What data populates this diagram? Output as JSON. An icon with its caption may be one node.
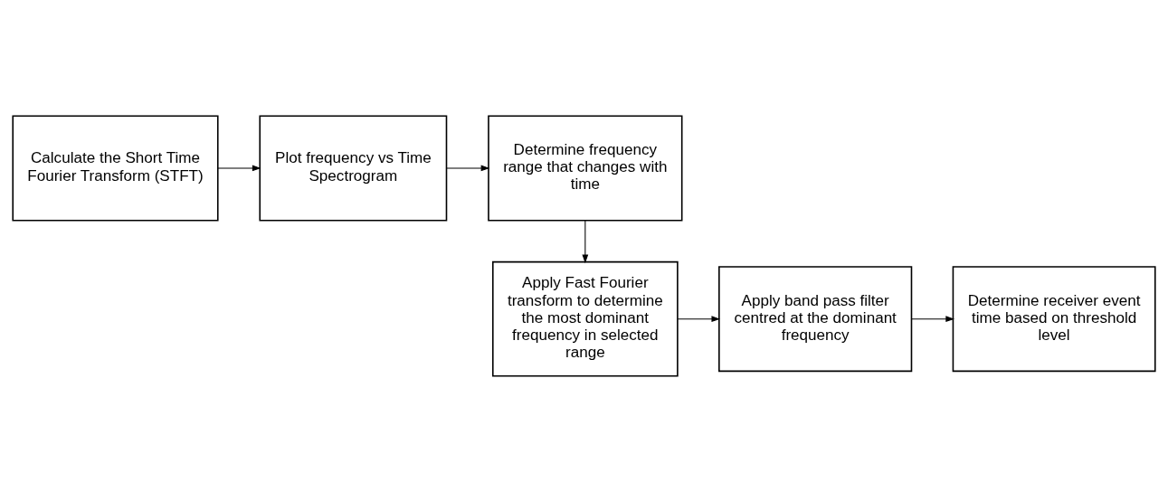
{
  "diagram": {
    "nodes": [
      {
        "text": [
          "Calculate the Short Time Fourier Transform (STFT)"
        ]
      },
      {
        "text": [
          "Plot frequency vs Time Spectrogram"
        ]
      },
      {
        "text": [
          "Determine frequency range that changes with time"
        ]
      },
      {
        "text": [
          "Apply Fast Fourier transform to determine the most dominant frequency in selected range"
        ]
      },
      {
        "text": [
          "Apply band pass filter centred at the dominant frequency"
        ]
      },
      {
        "text": [
          "Determine receiver event time based on threshold level"
        ]
      }
    ],
    "edges": [
      {
        "from": 0,
        "to": 1,
        "arrow": "to"
      },
      {
        "from": 1,
        "to": 2,
        "arrow": "to"
      },
      {
        "from": 2,
        "to": 3,
        "arrow": "to"
      },
      {
        "from": 3,
        "to": 4,
        "arrow": "to"
      },
      {
        "from": 4,
        "to": 5,
        "arrow": "to"
      }
    ]
  }
}
